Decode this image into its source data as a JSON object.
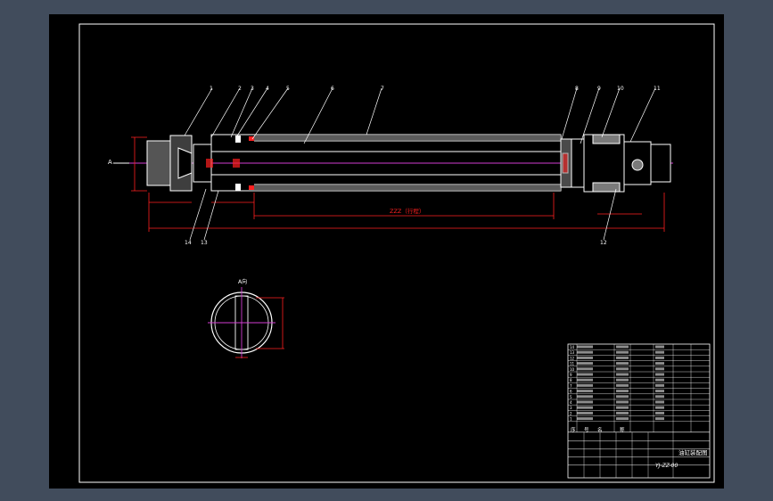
{
  "drawing": {
    "view_label": "A",
    "section_label": "A向",
    "callouts_top": [
      "1",
      "2",
      "3",
      "4",
      "5",
      "6",
      "7",
      "8",
      "9",
      "10",
      "11"
    ],
    "callouts_bottom": [
      "14",
      "13",
      "12"
    ],
    "stroke_dim": "ZZZ（行程）"
  },
  "title_block": {
    "title": "油缸装配图",
    "drawing_no": "YJ-ZZ-00",
    "parts_rows": [
      {
        "no": "14"
      },
      {
        "no": "13"
      },
      {
        "no": "12"
      },
      {
        "no": "11"
      },
      {
        "no": "10"
      },
      {
        "no": "9"
      },
      {
        "no": "8"
      },
      {
        "no": "7"
      },
      {
        "no": "6"
      },
      {
        "no": "5"
      },
      {
        "no": "4"
      },
      {
        "no": "3"
      },
      {
        "no": "2"
      },
      {
        "no": "1"
      }
    ],
    "header_labels": [
      "序",
      "号",
      "名",
      "称"
    ]
  },
  "colors": {
    "frame": "#ffffff",
    "part_outline": "#ffffff",
    "dimension": "#ff2020",
    "center_line": "#d23cd2",
    "leader": "#ffffff",
    "title_text": "#ffffff"
  }
}
